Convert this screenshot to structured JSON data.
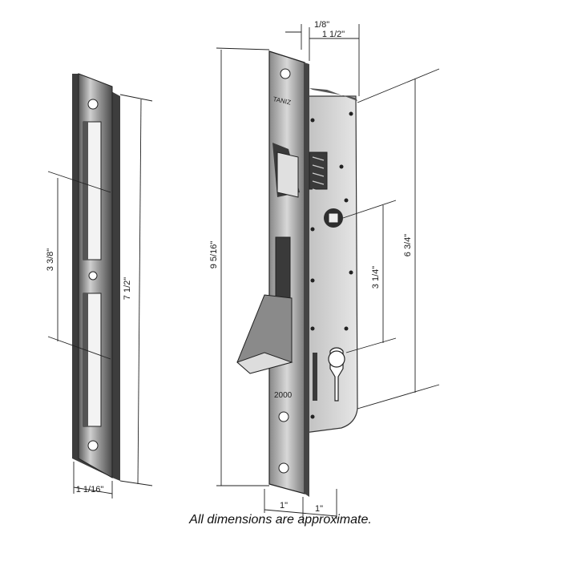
{
  "dimensions": {
    "strike_height": "7 1/2\"",
    "strike_spacing": "3 3/8\"",
    "strike_width": "1 1/16\"",
    "faceplate_height": "9 5/16\"",
    "lock_body_height": "6 3/4\"",
    "backset": "3 1/4\"",
    "faceplate_thickness": "1/8\"",
    "body_depth": "1 1/2\"",
    "width_left": "1\"",
    "width_right": "1\""
  },
  "labels": {
    "brand": "TANIZ",
    "model": "2000"
  },
  "caption": "All dimensions are approximate."
}
